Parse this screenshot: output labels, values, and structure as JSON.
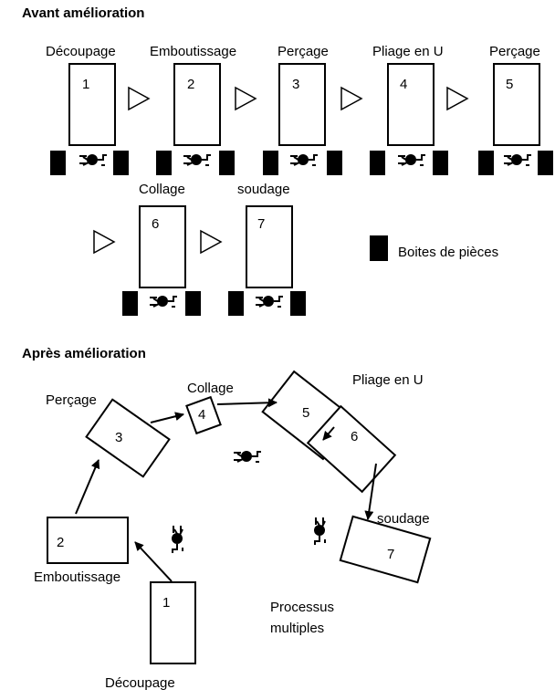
{
  "before": {
    "title": "Avant amélioration",
    "stations": [
      {
        "label": "Découpage",
        "number": "1"
      },
      {
        "label": "Emboutissage",
        "number": "2"
      },
      {
        "label": "Perçage",
        "number": "3"
      },
      {
        "label": "Pliage en U",
        "number": "4"
      },
      {
        "label": "Perçage",
        "number": "5"
      },
      {
        "label": "Collage",
        "number": "6"
      },
      {
        "label": "soudage",
        "number": "7"
      }
    ],
    "legend": {
      "label": "Boites de pièces"
    }
  },
  "after": {
    "title": "Après amélioration",
    "stations": [
      {
        "label": "Découpage",
        "number": "1"
      },
      {
        "label": "Emboutissage",
        "number": "2"
      },
      {
        "label": "Perçage",
        "number": "3"
      },
      {
        "label": "Collage",
        "number": "4"
      },
      {
        "label": "",
        "number": "5"
      },
      {
        "label": "Pliage en U",
        "number": "6"
      },
      {
        "label": "soudage",
        "number": "7"
      }
    ],
    "note_line1": "Processus",
    "note_line2": "multiples"
  }
}
